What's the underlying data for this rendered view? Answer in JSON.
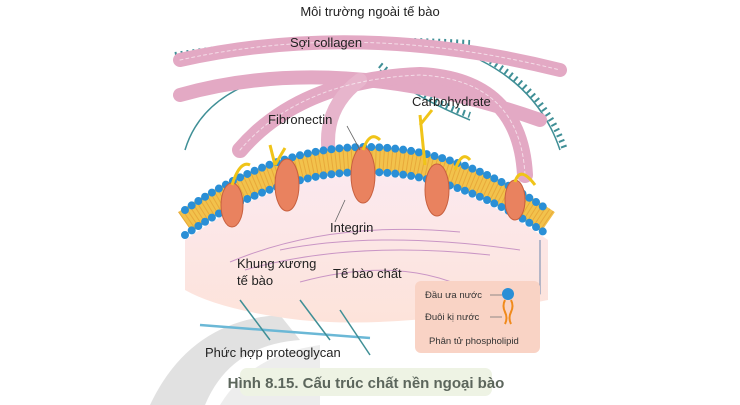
{
  "figure": {
    "title": "Môi trường ngoài tế bào",
    "labels": {
      "collagen": "Sợi collagen",
      "carbohydrate": "Carbohydrate",
      "fibronectin": "Fibronectin",
      "integrin": "Integrin",
      "cytoskeleton_line1": "Khung xương",
      "cytoskeleton_line2": "tế bào",
      "cytoplasm": "Tế bào chất",
      "proteoglycan": "Phức hợp proteoglycan"
    },
    "phospholipid_box": {
      "head": "Đầu ưa nước",
      "tail": "Đuôi kị nước",
      "title": "Phân tử phospholipid"
    },
    "caption": "Hình 8.15. Cấu trúc chất nền ngoại bào",
    "colors": {
      "membrane_head": "#2a8fd6",
      "membrane_tail": "#f2c24c",
      "protein": "#e9825f",
      "collagen": "#e3a9c4",
      "proteoglycan": "#3f8f96",
      "box": "#f9d3c5"
    }
  }
}
